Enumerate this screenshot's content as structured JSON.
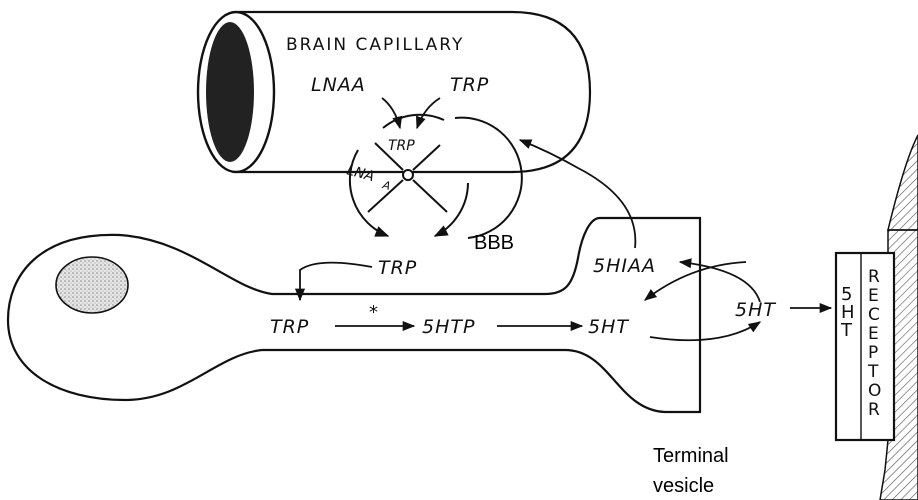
{
  "capillary": {
    "title": "BRAIN CAPILLARY",
    "lnaa_outside": "LNAA",
    "trp_outside": "TRP",
    "trp_carrier": "TRP",
    "lnaa_carrier_main": "LNA",
    "lnaa_carrier_sub": "A",
    "bbb_label": "BBB"
  },
  "neuron": {
    "trp_entry": "TRP",
    "trp": "TRP",
    "enzyme_mark": "*",
    "htp": "5HTP",
    "ht_inside": "5HT",
    "hiaa": "5HIAA",
    "ht_cleft": "5HT",
    "terminal_line1": "Terminal",
    "terminal_line2": "vesicle"
  },
  "receptor": {
    "left_col": [
      "5",
      "H",
      "T"
    ],
    "right_col": [
      "R",
      "E",
      "C",
      "E",
      "P",
      "T",
      "O",
      "R"
    ]
  }
}
